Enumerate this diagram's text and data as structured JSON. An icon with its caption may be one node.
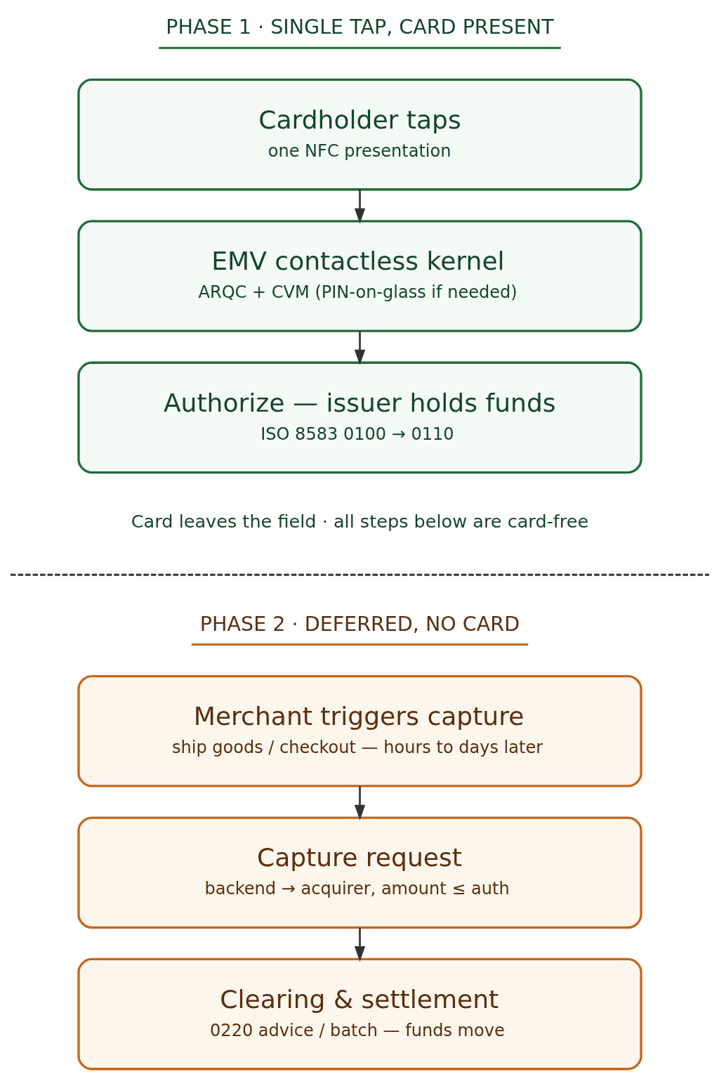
{
  "diagram": {
    "nodes": [
      {
        "text": [
          "Cardholder taps",
          "one NFC presentation"
        ]
      },
      {
        "text": [
          "EMV contactless kernel",
          "ARQC + CVM (PIN-on-glass if needed)"
        ]
      },
      {
        "text": [
          "Authorize — issuer holds funds",
          "ISO 8583 0100 → 0110"
        ]
      },
      {
        "text": [
          "Merchant triggers capture",
          "ship goods / checkout — hours to days later"
        ]
      },
      {
        "text": [
          "Capture request",
          "backend → acquirer, amount ≤ auth"
        ]
      },
      {
        "text": [
          "Clearing & settlement",
          "0220 advice / batch — funds move"
        ]
      }
    ],
    "edges": [
      {
        "from": 0,
        "to": 1,
        "arrow": "to"
      },
      {
        "from": 1,
        "to": 2,
        "arrow": "to"
      },
      {
        "from": 3,
        "to": 4,
        "arrow": "to"
      },
      {
        "from": 4,
        "to": 5,
        "arrow": "to"
      }
    ],
    "labels": [
      "PHASE 1 · SINGLE TAP, CARD PRESENT",
      "Card leaves the field · all steps below are card-free",
      "PHASE 2 · DEFERRED, NO CARD"
    ]
  }
}
